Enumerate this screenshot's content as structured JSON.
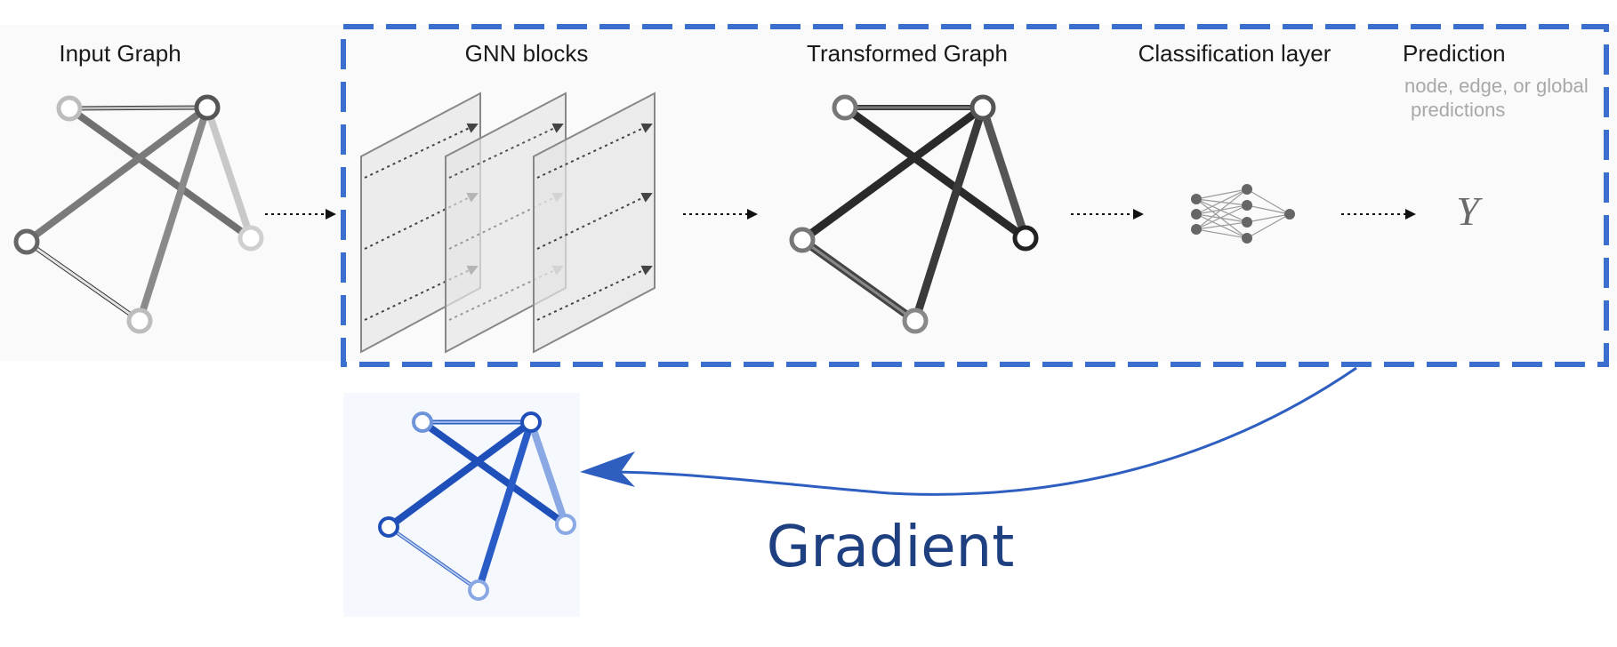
{
  "stages": {
    "input_graph": "Input Graph",
    "gnn_blocks": "GNN blocks",
    "transformed_graph": "Transformed Graph",
    "classification_layer": "Classification layer",
    "prediction": "Prediction"
  },
  "prediction_note": [
    "node, edge, or global",
    "predictions"
  ],
  "output_symbol": "Y",
  "gradient_label": "Gradient",
  "colors": {
    "trainable_box": "#3a6fd0",
    "gradient_arrow": "#2e5fc0",
    "gradient_text": "#1e3f80",
    "panel_bg": "#fafafa",
    "gradient_panel_bg": "#f5f8fd"
  }
}
